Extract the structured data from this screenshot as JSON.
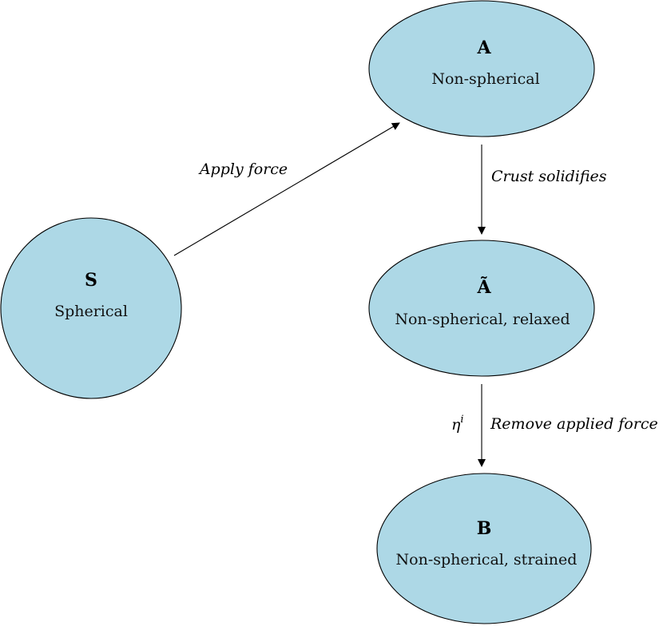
{
  "colors": {
    "node_fill": "#add8e6",
    "stroke": "#000000"
  },
  "nodes": {
    "s": {
      "title": "S",
      "subtitle": "Spherical"
    },
    "a": {
      "title": "A",
      "subtitle": "Non-spherical"
    },
    "a_tilde": {
      "title": "Ã",
      "subtitle": "Non-spherical, relaxed"
    },
    "b": {
      "title": "B",
      "subtitle": "Non-spherical, strained"
    }
  },
  "edges": {
    "s_to_a": {
      "label": "Apply force"
    },
    "a_to_a_tilde": {
      "label": "Crust solidifies"
    },
    "a_tilde_to_b": {
      "label": "Remove applied force",
      "side_label": "η",
      "side_label_sup": "i"
    }
  }
}
